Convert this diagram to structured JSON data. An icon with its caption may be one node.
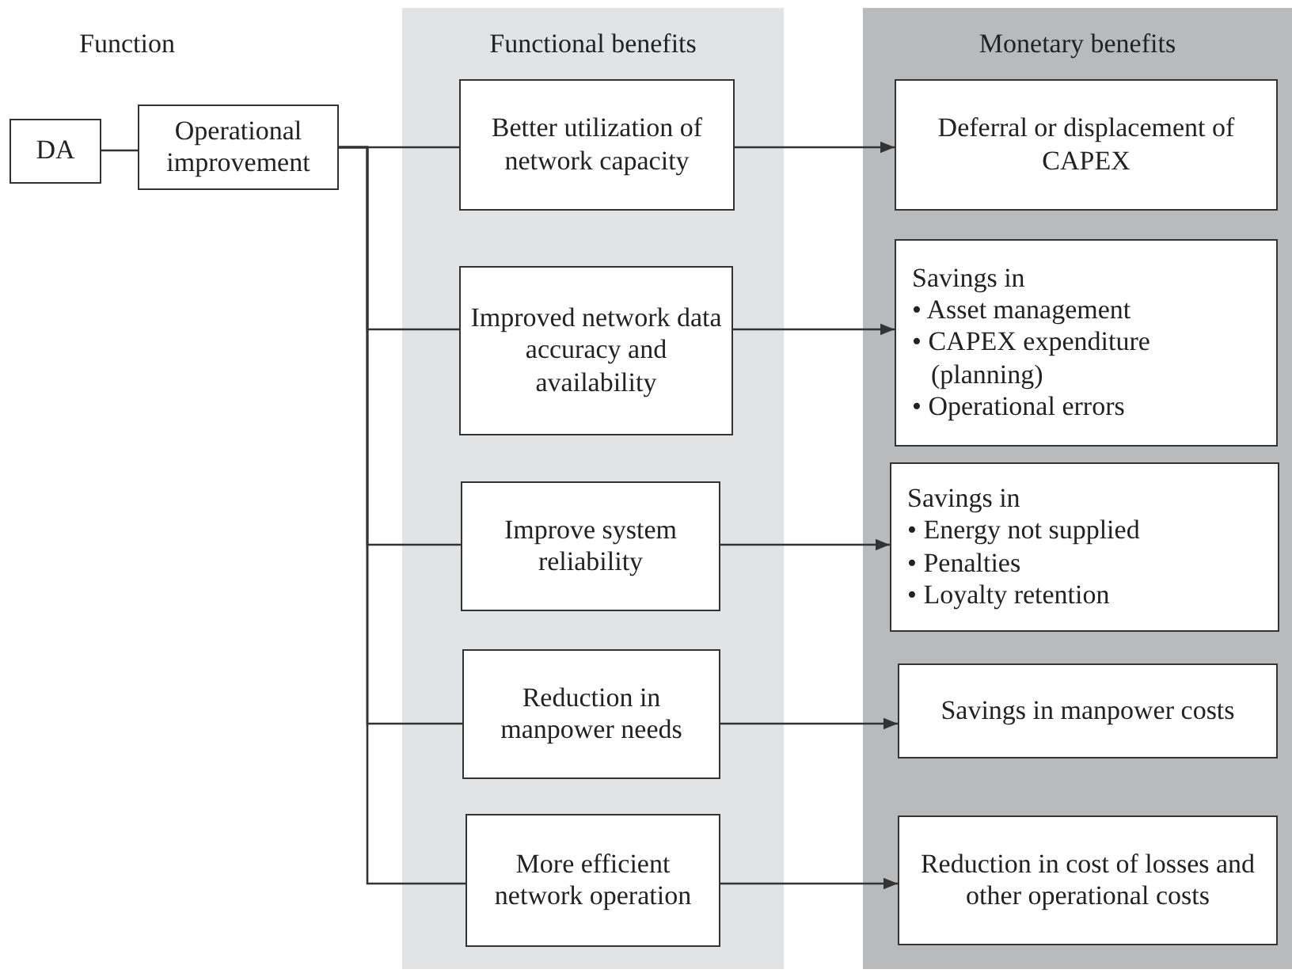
{
  "diagram": {
    "nodes": [
      {
        "text": [
          "Functional benefits"
        ]
      },
      {
        "text": [
          "Monetary benefits"
        ]
      },
      {
        "text": [
          "DA"
        ]
      },
      {
        "text": [
          "Operational improvement"
        ]
      },
      {
        "text": [
          "Better utilization of network capacity"
        ],
        "in": 0
      },
      {
        "text": [
          "Improved network data accuracy and availability"
        ],
        "in": 0
      },
      {
        "text": [
          "Improve system reliability"
        ],
        "in": 0
      },
      {
        "text": [
          "Reduction in manpower needs"
        ],
        "in": 0
      },
      {
        "text": [
          "More efficient network operation"
        ],
        "in": 0
      },
      {
        "text": [
          "Deferral or displacement of CAPEX"
        ],
        "in": 1
      },
      {
        "text": [
          "Savings in",
          "• Asset management",
          "• CAPEX expenditure (planning)",
          "• Operational errors"
        ],
        "in": 1
      },
      {
        "text": [
          "Savings in",
          "• Energy not supplied",
          "• Penalties",
          "• Loyalty retention"
        ],
        "in": 1
      },
      {
        "text": [
          "Savings in manpower costs"
        ],
        "in": 1
      },
      {
        "text": [
          "Reduction in cost of losses and other operational costs"
        ],
        "in": 1
      }
    ],
    "edges": [
      {
        "from": 2,
        "to": 3,
        "arrow": "none"
      },
      {
        "from": 3,
        "to": 4,
        "arrow": "none"
      },
      {
        "from": 3,
        "to": 5,
        "arrow": "none"
      },
      {
        "from": 3,
        "to": 6,
        "arrow": "none"
      },
      {
        "from": 3,
        "to": 7,
        "arrow": "none"
      },
      {
        "from": 3,
        "to": 8,
        "arrow": "none"
      },
      {
        "from": 4,
        "to": 9,
        "arrow": "to"
      },
      {
        "from": 5,
        "to": 10,
        "arrow": "to"
      },
      {
        "from": 6,
        "to": 11,
        "arrow": "to"
      },
      {
        "from": 7,
        "to": 12,
        "arrow": "to"
      },
      {
        "from": 8,
        "to": 13,
        "arrow": "to"
      }
    ],
    "labels": [
      "Function"
    ]
  }
}
